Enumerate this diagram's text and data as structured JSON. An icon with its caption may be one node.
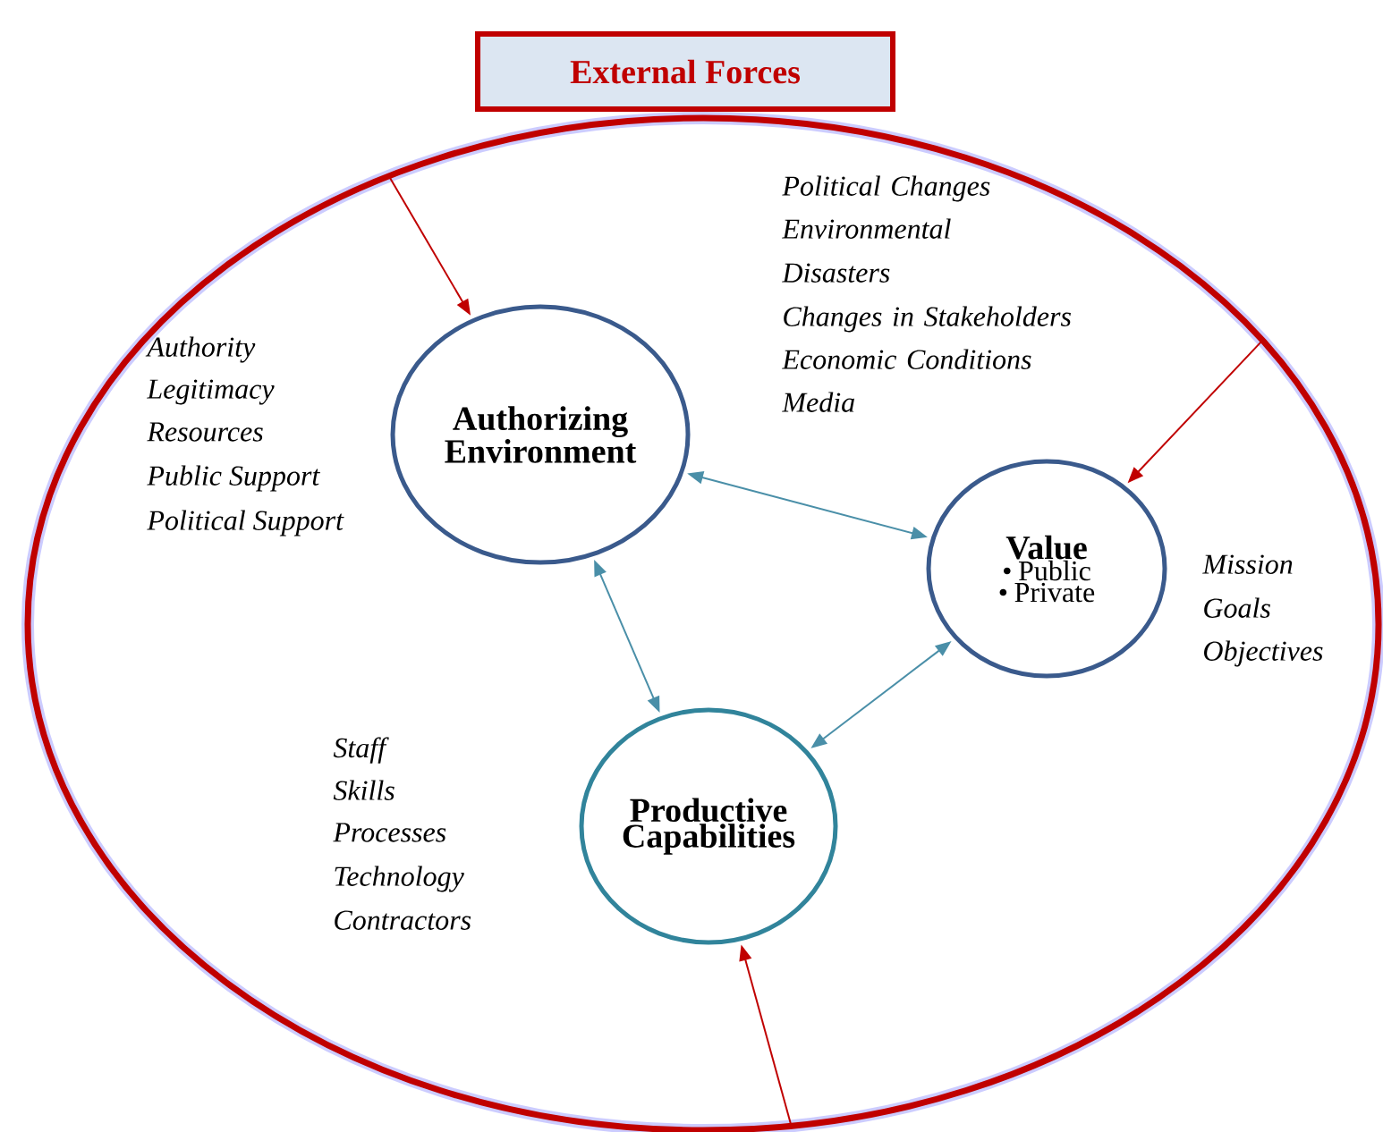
{
  "diagram": {
    "nodes": [
      {
        "text": [
          "External Forces"
        ]
      },
      {
        "text": [],
        "shape": "ellipse"
      },
      {
        "text": [
          "Authorizing Environment"
        ],
        "in": 1,
        "beside": [
          "Authority",
          "Legitimacy",
          "Resources",
          "Public Support",
          "Political Support"
        ]
      },
      {
        "text": [
          "Value",
          "• Public",
          "• Private"
        ],
        "in": 1,
        "beside": [
          "Mission",
          "Goals",
          "Objectives"
        ]
      },
      {
        "text": [
          "Productive Capabilities"
        ],
        "in": 1,
        "beside": [
          "Staff",
          "Skills",
          "Processes",
          "Technology",
          "Contractors"
        ]
      }
    ],
    "edges": [
      {
        "from": 1,
        "to": 2,
        "arrow": "to",
        "color": "#c00000"
      },
      {
        "from": 1,
        "to": 3,
        "arrow": "to",
        "color": "#c00000"
      },
      {
        "from": 1,
        "to": 4,
        "arrow": "to",
        "color": "#c00000"
      },
      {
        "from": 2,
        "to": 3,
        "arrow": "both",
        "color": "#4a8fa8"
      },
      {
        "from": 2,
        "to": 4,
        "arrow": "both",
        "color": "#4a8fa8"
      },
      {
        "from": 4,
        "to": 3,
        "arrow": "both",
        "color": "#4a8fa8"
      }
    ],
    "labels": [
      "Political Changes",
      "Environmental Disasters",
      "Changes in Stakeholders",
      "Economic Conditions",
      "Media"
    ]
  }
}
